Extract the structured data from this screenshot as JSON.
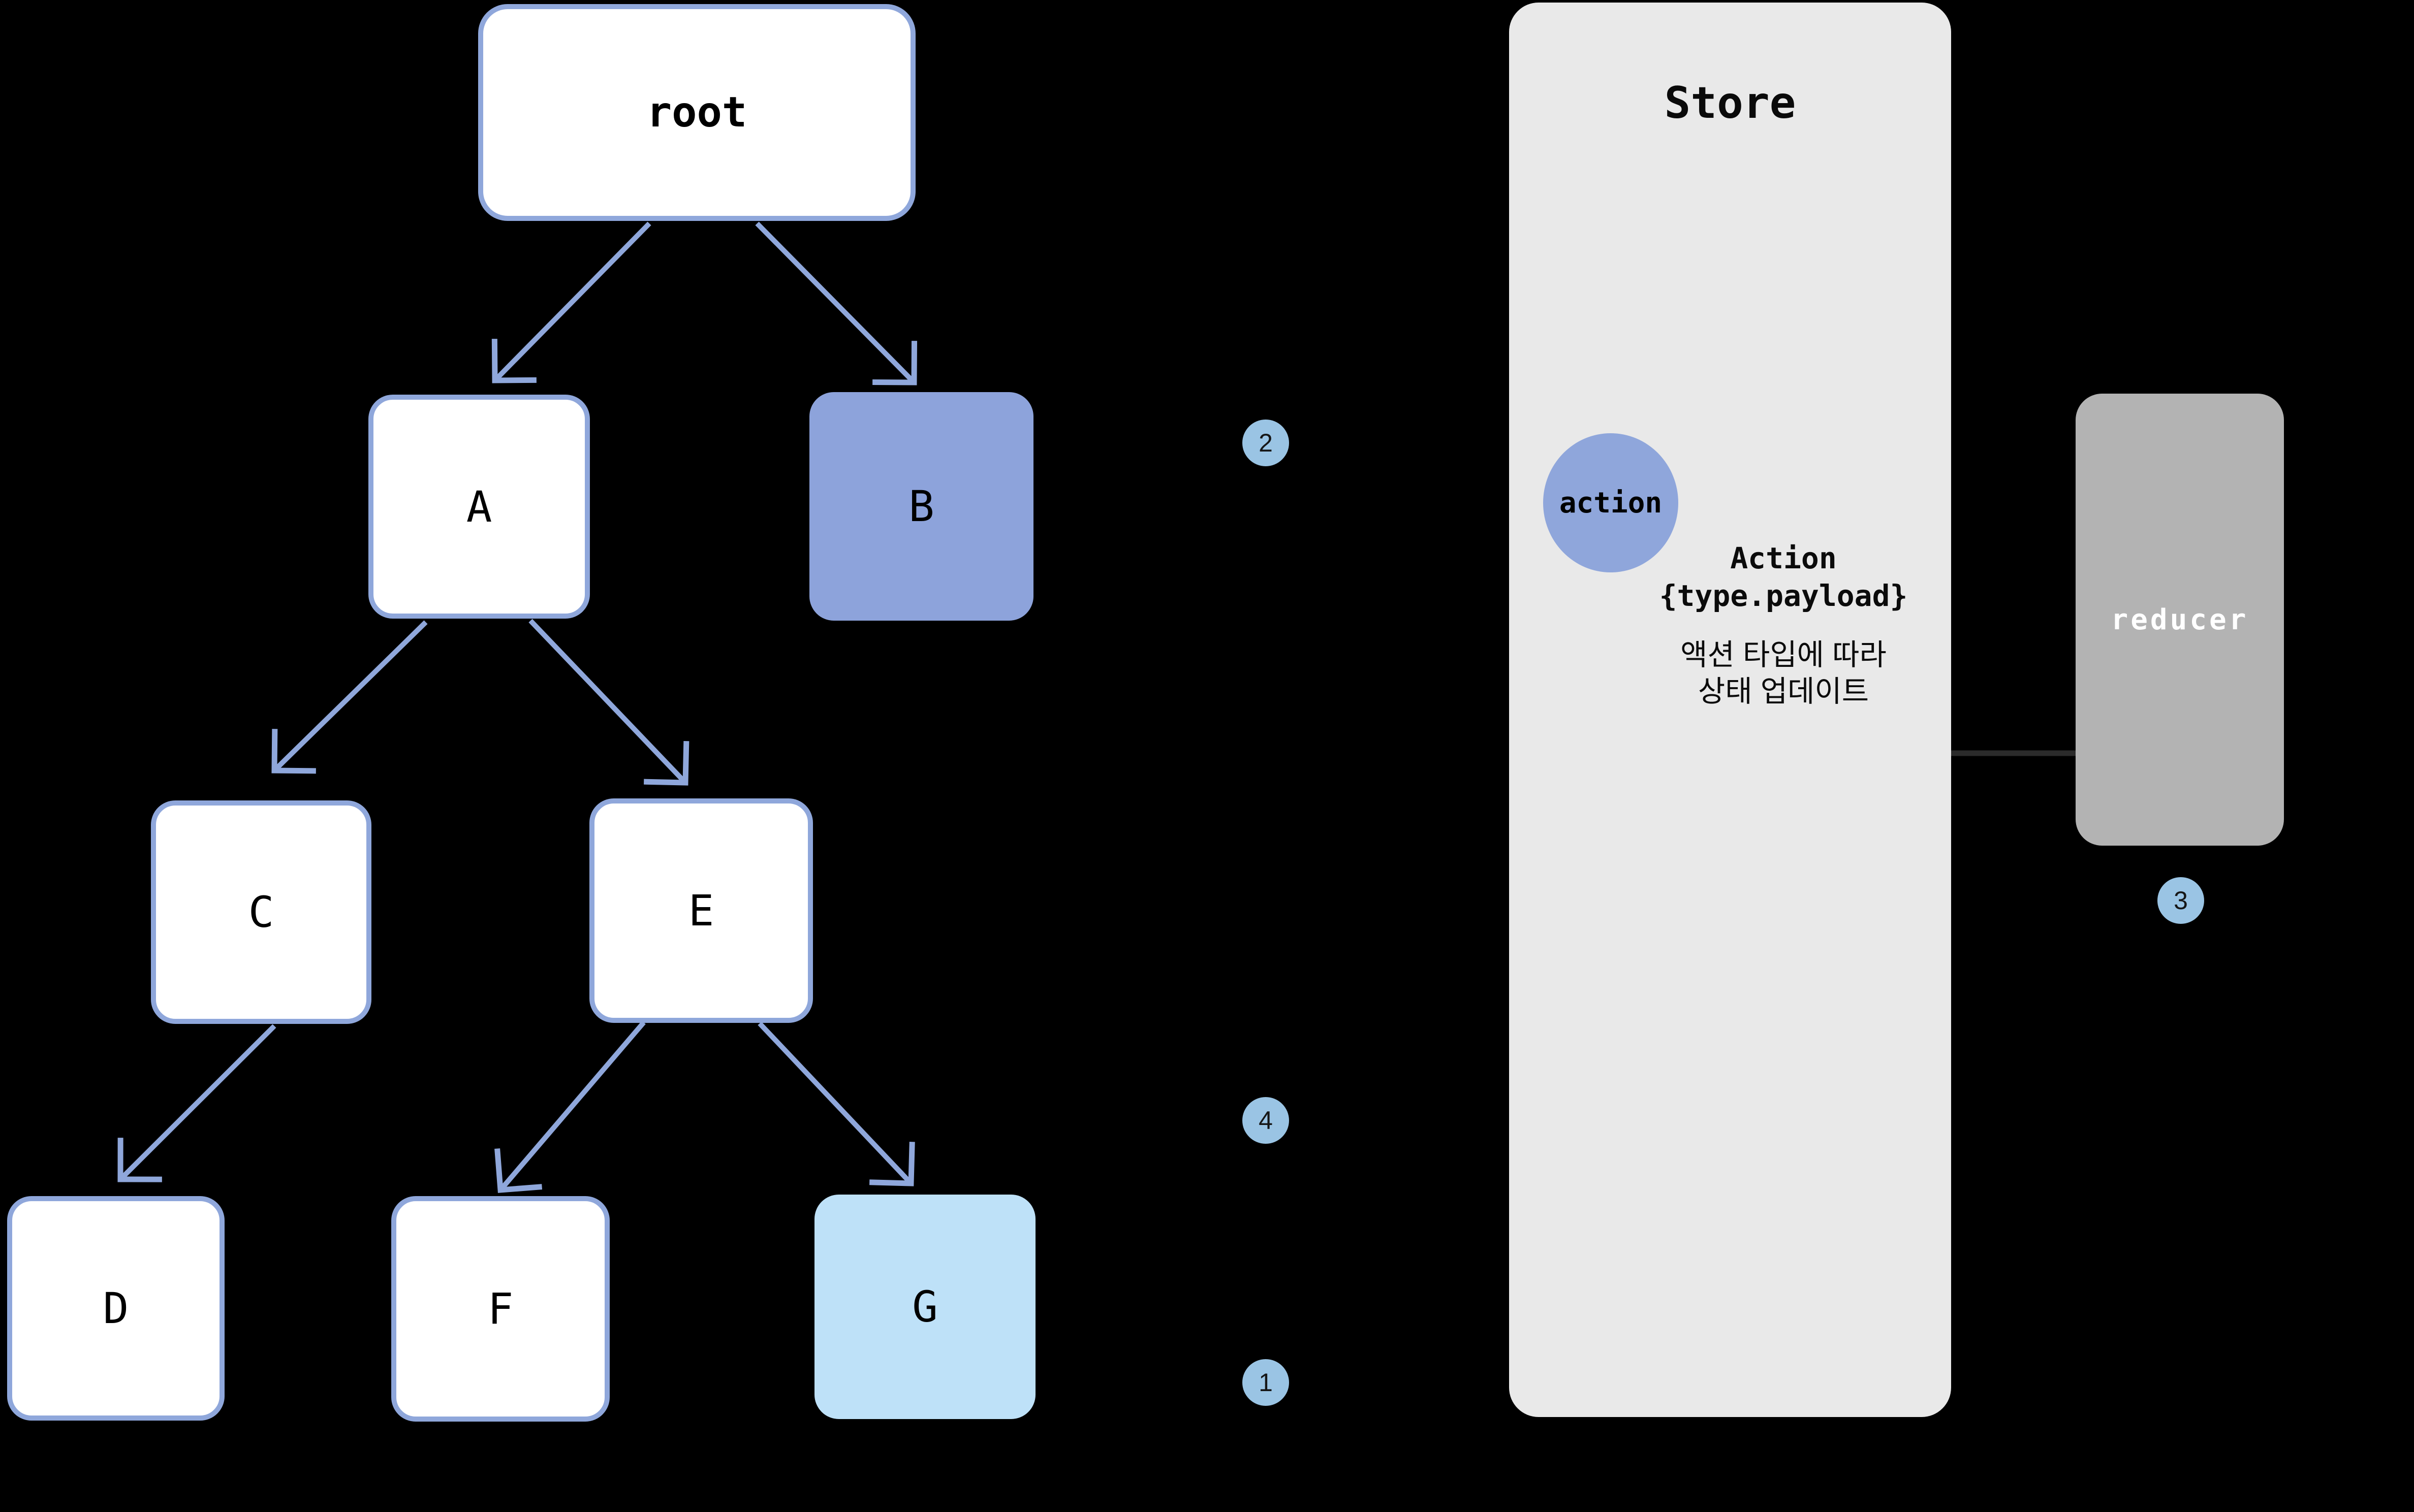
{
  "colors": {
    "background": "#000000",
    "node_border": "#8FA7DB",
    "node_fill": "#FFFFFF",
    "node_b_fill": "#8DA3DB",
    "node_g_fill": "#BEE1F8",
    "arrow": "#8FA7DB",
    "store_fill": "#E9E9E9",
    "reducer_fill": "#B3B3B3",
    "reducer_text": "#FFFFFF",
    "badge_fill": "#9AC4E4",
    "action_ellipse_fill": "#8FA6DB",
    "action_line": "#000000",
    "state_line": "#2B2B2B",
    "text": "#000000"
  },
  "tree": {
    "root": {
      "label": "root"
    },
    "a": {
      "label": "A"
    },
    "b": {
      "label": "B"
    },
    "c": {
      "label": "C"
    },
    "d": {
      "label": "D"
    },
    "e": {
      "label": "E"
    },
    "f": {
      "label": "F"
    },
    "g": {
      "label": "G"
    }
  },
  "store": {
    "title": "Store"
  },
  "action": {
    "label": "action"
  },
  "action_note": {
    "line1": "Action",
    "line2": "{type.payload}",
    "korean1": "액션 타입에 따라",
    "korean2": "상태 업데이트"
  },
  "reducer": {
    "label": "reducer"
  },
  "badges": {
    "b1": {
      "label": "1"
    },
    "b2": {
      "label": "2"
    },
    "b3": {
      "label": "3"
    },
    "b4": {
      "label": "4"
    }
  }
}
